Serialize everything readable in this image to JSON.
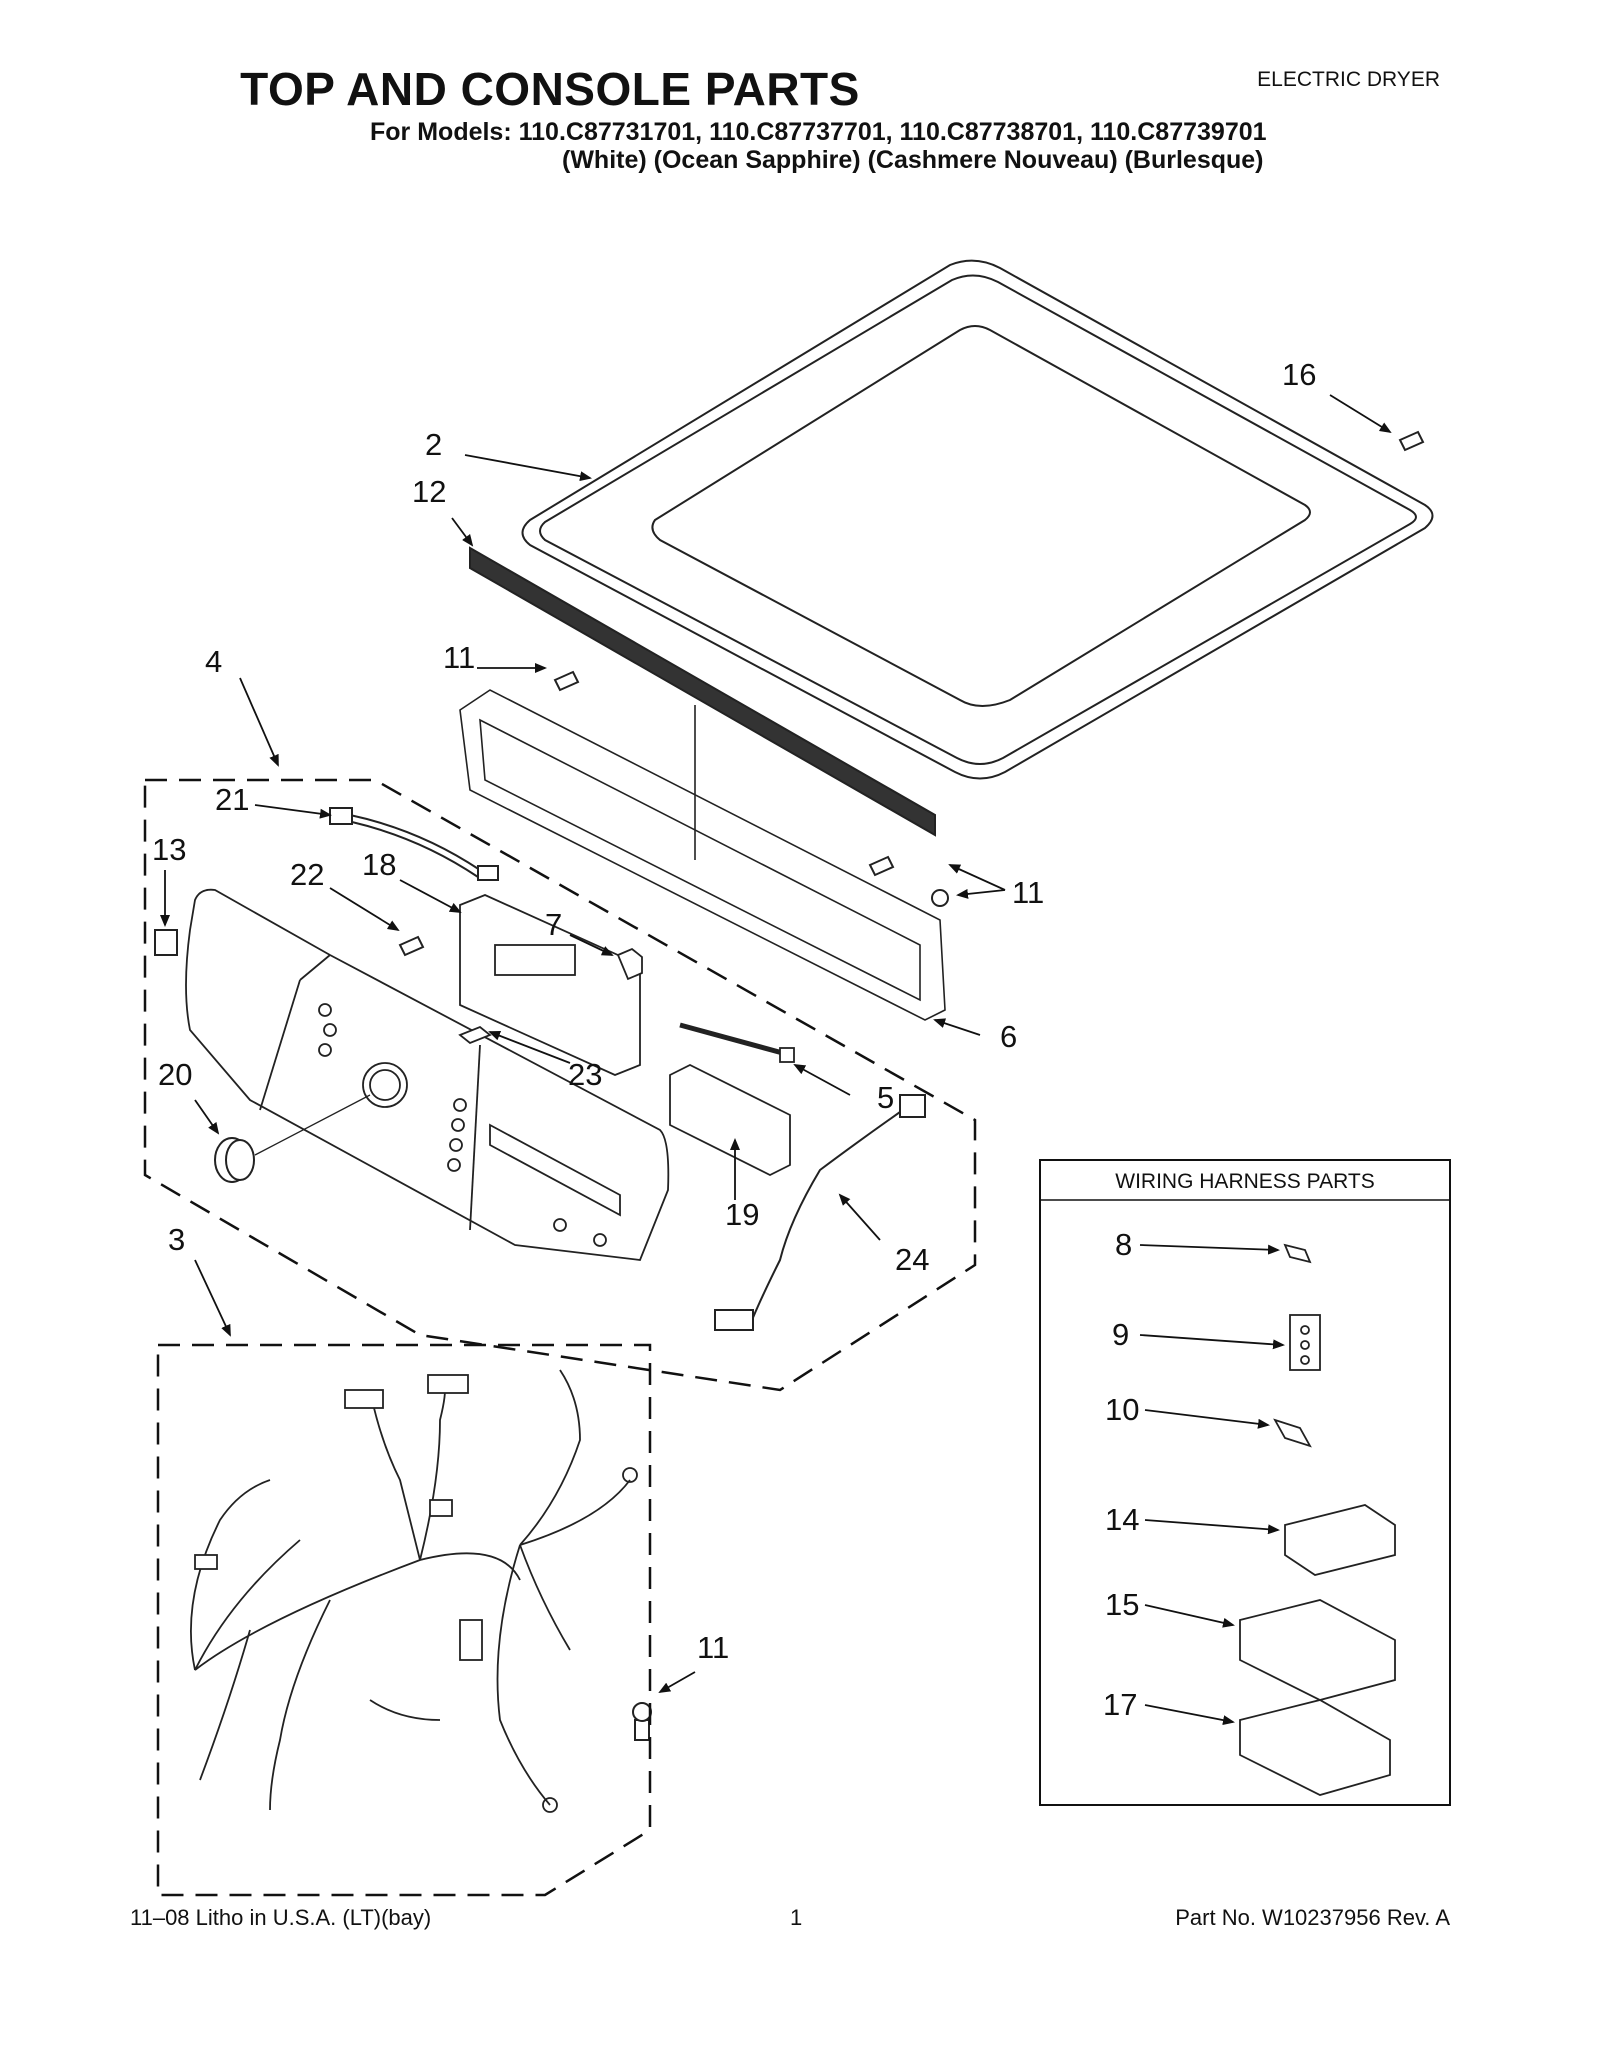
{
  "header": {
    "title": "TOP AND CONSOLE PARTS",
    "appliance_type": "ELECTRIC DRYER",
    "models_line": "For Models: 110.C87731701, 110.C87737701, 110.C87738701, 110.C87739701",
    "colors_line": "(White) (Ocean Sapphire) (Cashmere Nouveau) (Burlesque)"
  },
  "callouts": {
    "c2": "2",
    "c3": "3",
    "c4": "4",
    "c5": "5",
    "c6": "6",
    "c7": "7",
    "c8": "8",
    "c9": "9",
    "c10": "10",
    "c11a": "11",
    "c11b": "11",
    "c11c": "11",
    "c12": "12",
    "c13": "13",
    "c14": "14",
    "c15": "15",
    "c16": "16",
    "c17": "17",
    "c18": "18",
    "c19": "19",
    "c20": "20",
    "c21": "21",
    "c22": "22",
    "c23": "23",
    "c24": "24"
  },
  "wiring_box": {
    "title": "WIRING HARNESS PARTS"
  },
  "footer": {
    "litho": "11–08 Litho in U.S.A. (LT)(bay)",
    "page_number": "1",
    "part_number": "Part No. W10237956 Rev. A"
  }
}
